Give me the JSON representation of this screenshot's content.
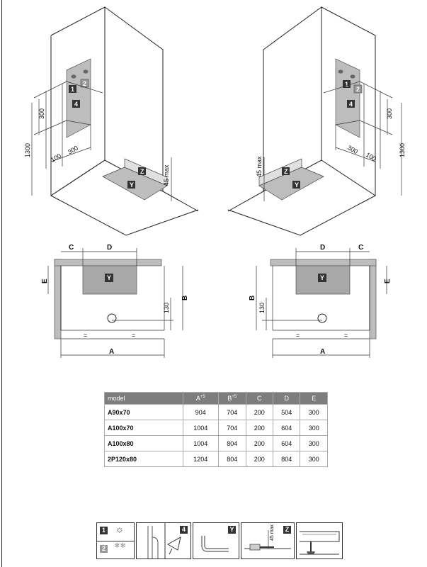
{
  "labels": {
    "n1": "1",
    "n2": "2",
    "n4": "4",
    "z": "Z",
    "y": "Y",
    "d300": "300",
    "d1300": "1300",
    "d100": "100",
    "d45": "45 max",
    "c": "C",
    "d": "D",
    "e": "E",
    "b": "B",
    "a": "A",
    "d130": "130",
    "eq": "="
  },
  "table": {
    "headers": [
      "model",
      "A",
      "B",
      "C",
      "D",
      "E"
    ],
    "header_sup": "+5",
    "rows": [
      [
        "A90x70",
        "904",
        "704",
        "200",
        "504",
        "300"
      ],
      [
        "A100x70",
        "1004",
        "704",
        "200",
        "604",
        "300"
      ],
      [
        "A100x80",
        "1004",
        "804",
        "200",
        "604",
        "300"
      ],
      [
        "2P120x80",
        "1204",
        "804",
        "200",
        "804",
        "300"
      ]
    ]
  },
  "icons": {
    "box1": "1",
    "box2": "2",
    "box4": "4",
    "boxY": "Y",
    "boxZ": "Z",
    "d45": "45 max",
    "sun": "☼",
    "snow": "❄❄"
  },
  "colors": {
    "panel": "#bdbdbd",
    "header": "#7d7d7d",
    "dark_box": "#333333"
  }
}
